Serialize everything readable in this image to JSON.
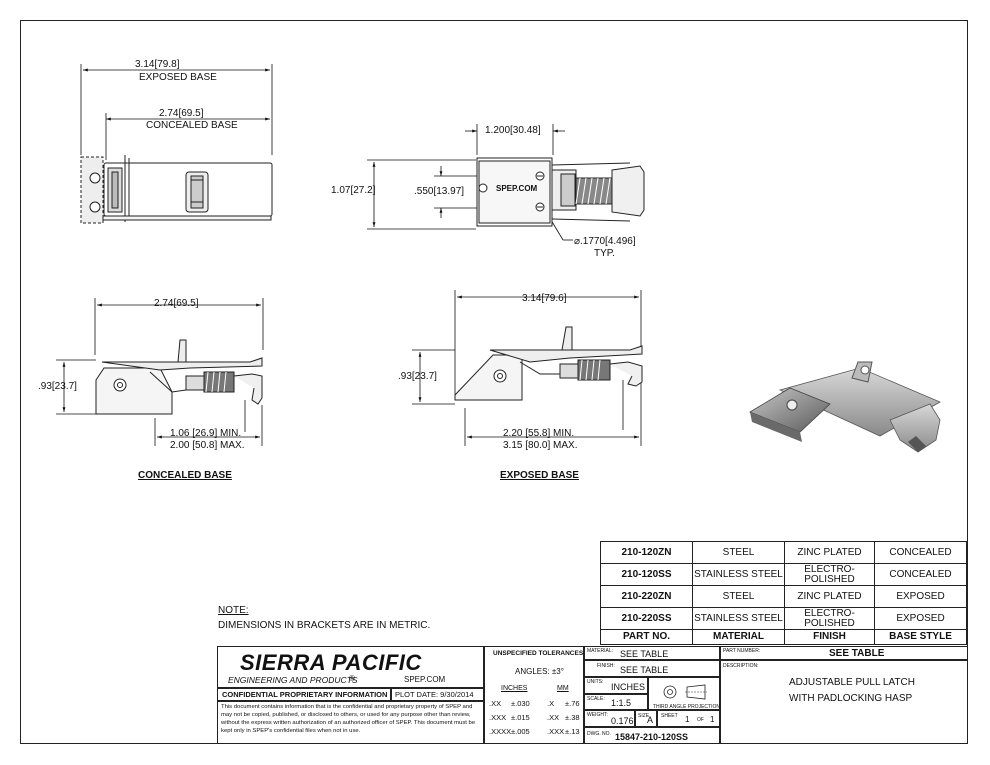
{
  "views": {
    "top_left": {
      "dim_exposed_value": "3.14[79.8]",
      "dim_exposed_label": "EXPOSED BASE",
      "dim_concealed_value": "2.74[69.5]",
      "dim_concealed_label": "CONCEALED BASE"
    },
    "top_right": {
      "dim_width": "1.200[30.48]",
      "dim_height": "1.07[27.2]",
      "dim_hole_spacing": ".550[13.97]",
      "hole_dim": "⌀.1770[4.496]",
      "hole_typ": "TYP.",
      "part_mark": "SPEP.COM"
    },
    "bottom_left": {
      "dim_length": "2.74[69.5]",
      "dim_height": ".93[23.7]",
      "dim_min": "1.06 [26.9] MIN.",
      "dim_max": "2.00 [50.8] MAX.",
      "caption": "CONCEALED BASE"
    },
    "bottom_right": {
      "dim_length": "3.14[79.6]",
      "dim_height": ".93[23.7]",
      "dim_min": "2.20 [55.8] MIN.",
      "dim_max": "3.15 [80.0] MAX.",
      "caption": "EXPOSED BASE"
    }
  },
  "note": {
    "title": "NOTE:",
    "text": "DIMENSIONS IN BRACKETS ARE IN METRIC."
  },
  "bom": {
    "rows": [
      {
        "part": "210-120ZN",
        "material": "STEEL",
        "finish": "ZINC PLATED",
        "base": "CONCEALED"
      },
      {
        "part": "210-120SS",
        "material": "STAINLESS STEEL",
        "finish": "ELECTRO-\nPOLISHED",
        "base": "CONCEALED"
      },
      {
        "part": "210-220ZN",
        "material": "STEEL",
        "finish": "ZINC PLATED",
        "base": "EXPOSED"
      },
      {
        "part": "210-220SS",
        "material": "STAINLESS STEEL",
        "finish": "ELECTRO-\nPOLISHED",
        "base": "EXPOSED"
      }
    ],
    "headers": {
      "part": "PART NO.",
      "material": "MATERIAL",
      "finish": "FINISH",
      "base": "BASE STYLE"
    }
  },
  "title_block": {
    "company": "SIERRA PACIFIC",
    "company_sub": "ENGINEERING AND PRODUCTS",
    "website": "SPEP.COM",
    "confidential_title": "CONFIDENTIAL PROPRIETARY INFORMATION",
    "plot_date": "PLOT DATE: 9/30/2014",
    "confidential_text": "This document contains information that is the confidential and proprietary property of SPEP and may not be copied, published, or disclosed to others, or used for any purpose other than review, without the express written authorization of an authorized officer of SPEP. This document must be kept only in SPEP's confidential files when not in use.",
    "tolerances_title": "UNSPECIFIED TOLERANCES",
    "angles": "ANGLES: ±3°",
    "inches_hdr": "INCHES",
    "mm_hdr": "MM",
    "tol_rows": [
      {
        "in_k": ".XX",
        "in_v": "±.030",
        "mm_k": ".X",
        "mm_v": "±.76"
      },
      {
        "in_k": ".XXX",
        "in_v": "±.015",
        "mm_k": ".XX",
        "mm_v": "±.38"
      },
      {
        "in_k": ".XXXX",
        "in_v": "±.005",
        "mm_k": ".XXX",
        "mm_v": "±.13"
      }
    ],
    "material_label": "MATERIAL:",
    "material_value": "SEE TABLE",
    "finish_label": "FINISH:",
    "finish_value": "SEE TABLE",
    "units_label": "UNITS:",
    "units_value": "INCHES",
    "scale_label": "SCALE:",
    "scale_value": "1:1.5",
    "projection_label": "THIRD ANGLE PROJECTION",
    "weight_label": "WEIGHT:",
    "weight_value": "0.176",
    "size_label": "SIZE",
    "size_value": "A",
    "sheet_label": "SHEET",
    "sheet_value": "1",
    "of_label": "OF",
    "of_value": "1",
    "dwg_label": "DWG. NO.",
    "dwg_value": "15847-210-120SS",
    "part_number_label": "PART NUMBER:",
    "part_number_value": "SEE TABLE",
    "description_label": "DESCRIPTION:",
    "description_line1": "ADJUSTABLE PULL LATCH",
    "description_line2": "WITH PADLOCKING HASP"
  }
}
